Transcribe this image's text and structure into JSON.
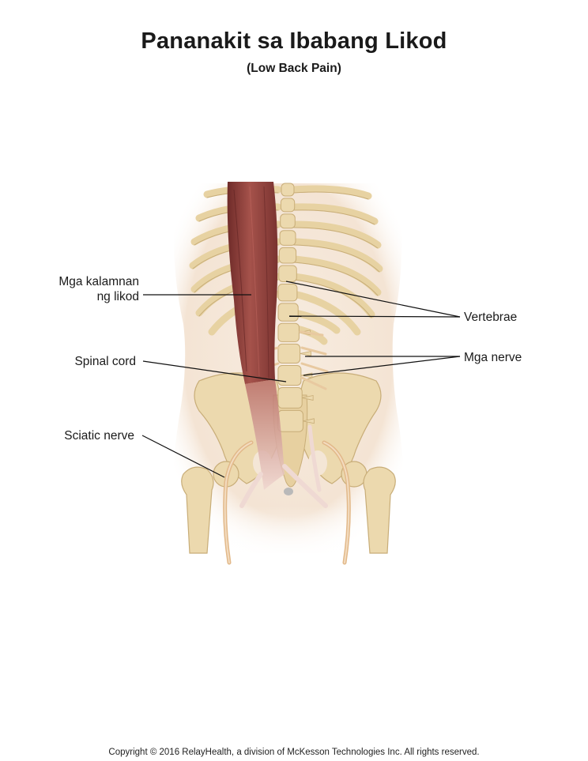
{
  "title": "Pananakit sa Ibabang Likod",
  "subtitle": "(Low Back Pain)",
  "labels": {
    "back_muscles_line1": "Mga kalamnan",
    "back_muscles_line2": "ng likod",
    "spinal_cord": "Spinal cord",
    "sciatic_nerve": "Sciatic nerve",
    "vertebrae": "Vertebrae",
    "nerves": "Mga nerve"
  },
  "copyright": "Copyright © 2016 RelayHealth, a division of McKesson Technologies Inc. All rights reserved.",
  "colors": {
    "skin": "#f6e8da",
    "bone": "#ecd9ae",
    "bone_edge": "#c8ad78",
    "muscle": "#9e4a44",
    "muscle_dark": "#6e2a28",
    "nerve": "#e8c9a0",
    "leader": "#111111"
  }
}
